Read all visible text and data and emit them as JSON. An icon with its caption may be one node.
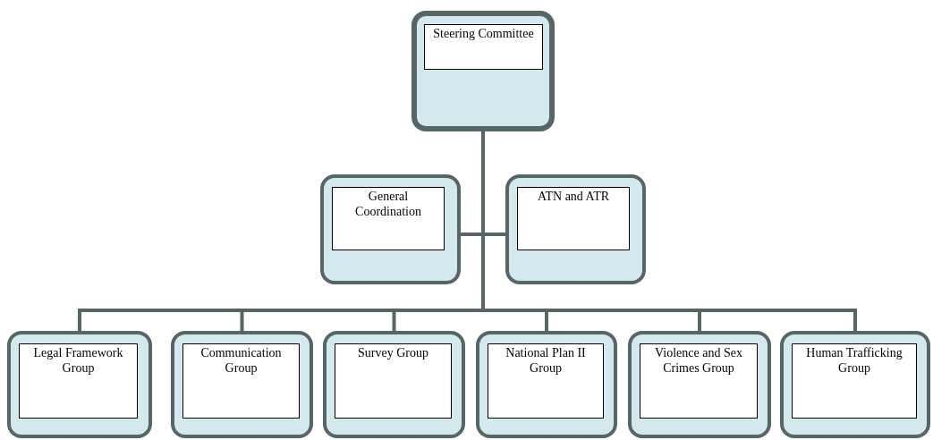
{
  "diagram": {
    "nodes": [
      {
        "text": [
          "Steering Committee"
        ]
      },
      {
        "text": [
          "General Coordination"
        ]
      },
      {
        "text": [
          "ATN and ATR"
        ]
      },
      {
        "text": [
          "Legal Framework Group"
        ]
      },
      {
        "text": [
          "Communication Group"
        ]
      },
      {
        "text": [
          "Survey Group"
        ]
      },
      {
        "text": [
          "National Plan II Group"
        ]
      },
      {
        "text": [
          "Violence and Sex Crimes Group"
        ]
      },
      {
        "text": [
          "Human Trafficking Group"
        ]
      }
    ],
    "edges": [
      {
        "from": 0,
        "to": 1,
        "arrow": "none"
      },
      {
        "from": 0,
        "to": 2,
        "arrow": "none"
      },
      {
        "from": 0,
        "to": 3,
        "arrow": "none"
      },
      {
        "from": 0,
        "to": 4,
        "arrow": "none"
      },
      {
        "from": 0,
        "to": 5,
        "arrow": "none"
      },
      {
        "from": 0,
        "to": 6,
        "arrow": "none"
      },
      {
        "from": 0,
        "to": 7,
        "arrow": "none"
      },
      {
        "from": 0,
        "to": 8,
        "arrow": "none"
      }
    ]
  }
}
